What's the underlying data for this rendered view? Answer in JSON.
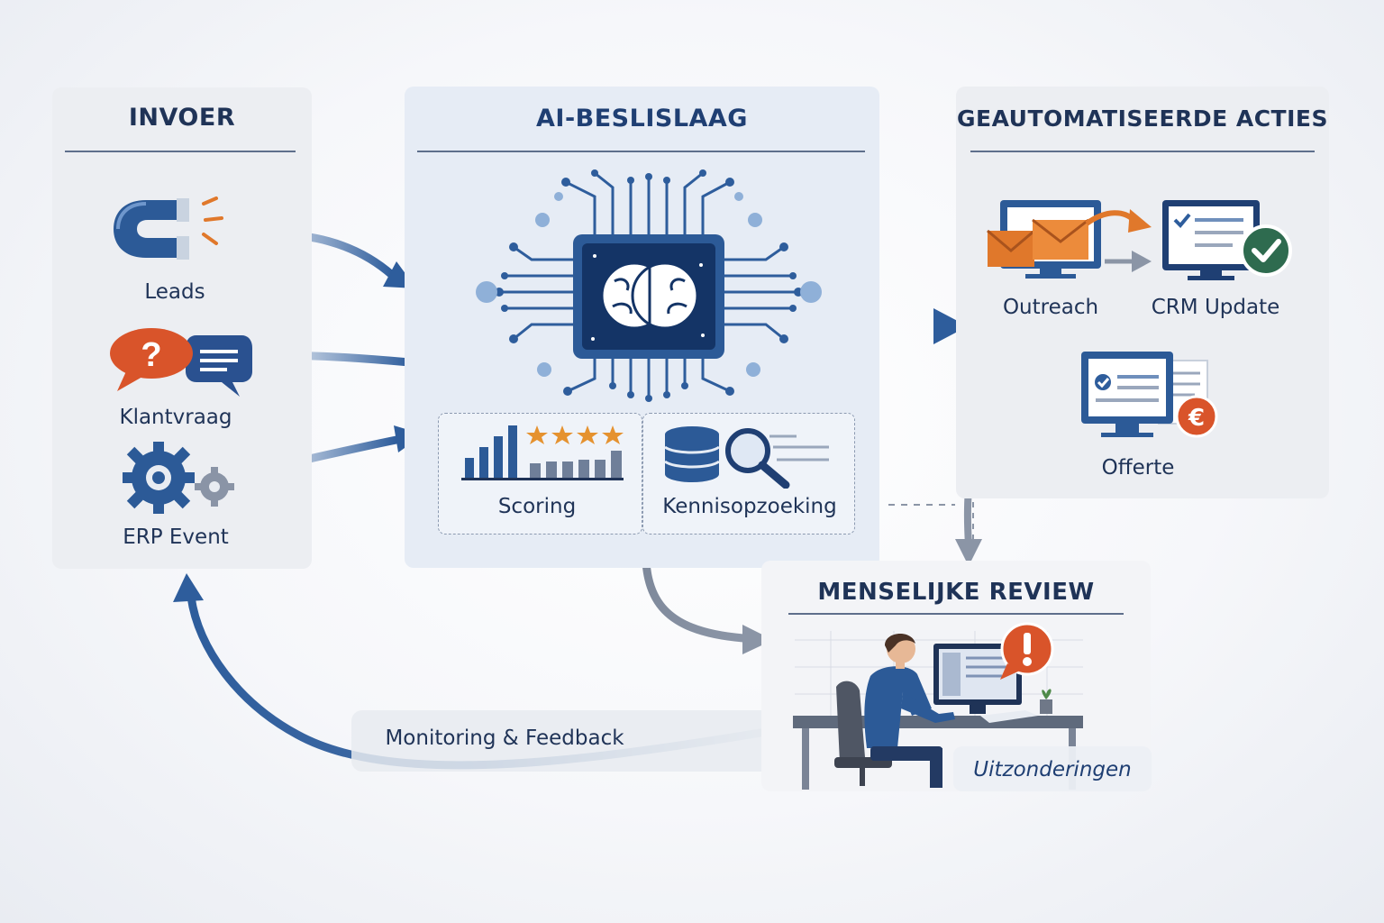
{
  "colors": {
    "navy": "#1f3f73",
    "blue": "#2e5d9c",
    "orange": "#e0782b",
    "red_orange": "#d9542a",
    "green": "#2e6b4f",
    "panel_gray": "#eceef2",
    "panel_blue": "#e6ecf5"
  },
  "input": {
    "title": "INVOER",
    "items": [
      {
        "label": "Leads",
        "icon": "magnet-icon"
      },
      {
        "label": "Klantvraag",
        "icon": "chat-bubbles-icon"
      },
      {
        "label": "ERP Event",
        "icon": "gears-icon"
      }
    ]
  },
  "ai": {
    "title": "AI-BESLISLAAG",
    "core_icon": "ai-chip-brain-icon",
    "modules": [
      {
        "label": "Scoring",
        "icon": "bar-chart-stars-icon"
      },
      {
        "label": "Kennisopzoeking",
        "icon": "database-search-icon"
      }
    ]
  },
  "actions": {
    "title": "GEAUTOMATISEERDE ACTIES",
    "items": [
      {
        "label": "Outreach",
        "icon": "email-monitor-icon"
      },
      {
        "label": "CRM Update",
        "icon": "crm-check-icon"
      },
      {
        "label": "Offerte",
        "icon": "quote-euro-icon"
      }
    ]
  },
  "review": {
    "title": "MENSELIJKE REVIEW",
    "icon": "person-at-desk-icon",
    "alert_icon": "alert-bubble-icon",
    "exceptions_label": "Uitzonderingen"
  },
  "feedback": {
    "label": "Monitoring & Feedback"
  }
}
